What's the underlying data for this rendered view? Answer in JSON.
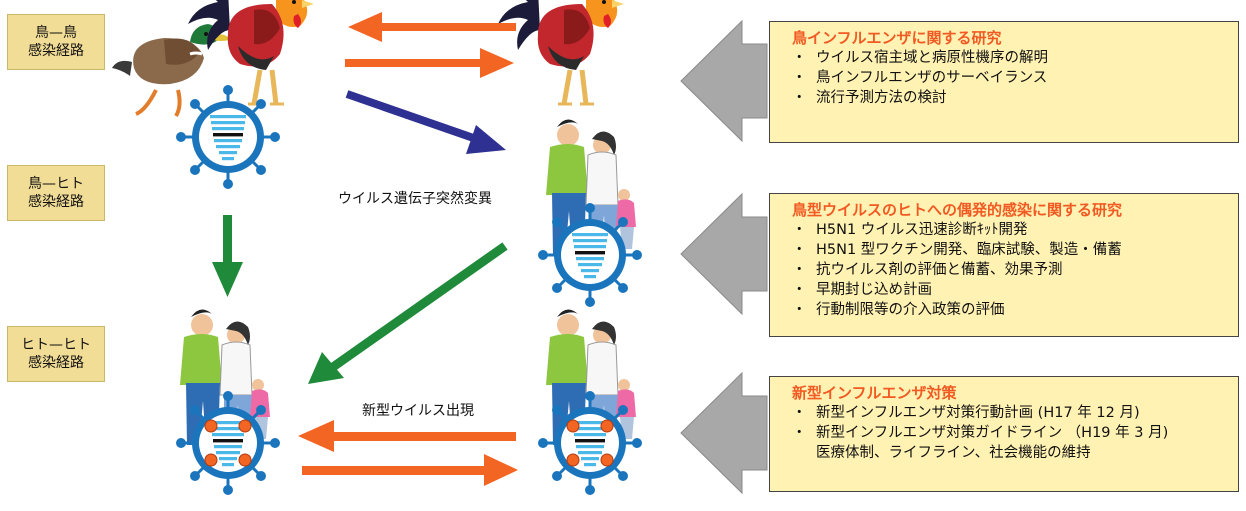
{
  "route_labels": {
    "bird_bird": [
      "鳥—鳥",
      "感染経路"
    ],
    "bird_human": [
      "鳥—ヒト",
      "感染経路"
    ],
    "human_human": [
      "ヒト—ヒト",
      "感染経路"
    ]
  },
  "captions": {
    "mutation": "ウイルス遺伝子突然変異",
    "emergence": "新型ウイルス出現"
  },
  "panels": [
    {
      "title": "鳥インフルエンザに関する研究",
      "items": [
        "ウイルス宿主域と病原性機序の解明",
        "鳥インフルエンザのサーベイランス",
        "流行予測方法の検討"
      ]
    },
    {
      "title": "鳥型ウイルスのヒトへの偶発的感染に関する研究",
      "items": [
        "H5N1 ウイルス迅速診断ｷｯﾄ開発",
        "H5N1 型ワクチン開発、臨床試験、製造・備蓄",
        "抗ウイルス剤の評価と備蓄、効果予測",
        "早期封じ込め計画",
        "行動制限等の介入政策の評価"
      ]
    },
    {
      "title": "新型インフルエンザ対策",
      "items": [
        "新型インフルエンザ対策行動計画 (H17 年 12 月)",
        "新型インフルエンザ対策ガイドライン （H19 年 3 月)"
      ],
      "continuation": "医療体制、ライフライン、社会機能の維持"
    }
  ],
  "bullet": "・",
  "colors": {
    "orange_arrow": "#f26522",
    "navy_arrow": "#2e3192",
    "green_arrow": "#1e8a3a",
    "virus_blue": "#1b75bc",
    "label_bg": "#f2dd96",
    "panel_bg": "#fff2b3",
    "panel_title": "#f15a22",
    "gray_arrow": "#a8a8a8"
  }
}
